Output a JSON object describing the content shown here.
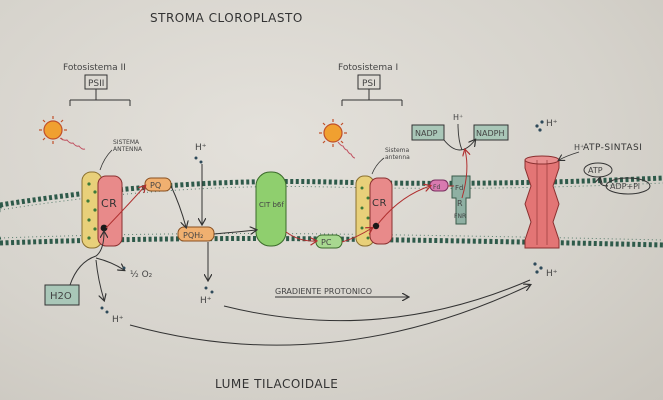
{
  "title": "STROMA CLOROPLASTO",
  "bottom_label": "LUME TILACOIDALE",
  "gradient_label": "GRADIENTE PROTONICO",
  "ps2": {
    "heading": "Fotosistema II",
    "box": "PSII",
    "antenna": [
      "SISTEMA",
      "ANTENNA"
    ],
    "center": "CR"
  },
  "ps1": {
    "heading": "Fotosistema I",
    "box": "PSI",
    "antenna": [
      "Sistema",
      "antenna"
    ],
    "center": "CR"
  },
  "water": {
    "box": "H2O",
    "oxygen": "½ O₂"
  },
  "carriers": {
    "pq": "PQ",
    "pqh2": "PQH₂",
    "cyt": "CIT b6f",
    "pc": "PC",
    "fd": "Fd",
    "fnr": [
      "R",
      "FNR"
    ],
    "fd_small": "Fd"
  },
  "nadp": {
    "left": "NADP",
    "right": "NADPH"
  },
  "atp": {
    "label": "ATP-SINTASI",
    "atp": "ATP",
    "adp": "ADP+Pi"
  },
  "proton": "H⁺",
  "colors": {
    "membrane": "#2e5a4a",
    "cr": "#e88a8a",
    "antenna": "#e8d07a",
    "cyt": "#8fcf6e",
    "synthase": "#e37575",
    "fnr": "#8fb0a3",
    "box": "#a9c7b8"
  }
}
